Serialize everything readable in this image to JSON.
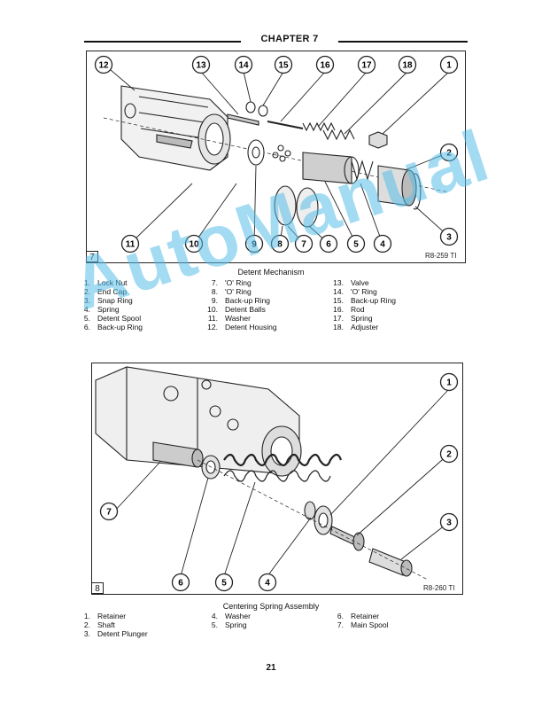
{
  "header": {
    "chapter": "CHAPTER 7"
  },
  "figure7": {
    "number": "7",
    "reference": "R8-259 TI",
    "caption": "Detent Mechanism",
    "callouts": [
      "12",
      "13",
      "14",
      "15",
      "16",
      "17",
      "18",
      "1",
      "2",
      "3",
      "4",
      "5",
      "6",
      "7",
      "8",
      "9",
      "10",
      "11"
    ],
    "legend": [
      {
        "n": "1.",
        "label": "Lock Nut"
      },
      {
        "n": "2.",
        "label": "End Cap"
      },
      {
        "n": "3.",
        "label": "Snap Ring"
      },
      {
        "n": "4.",
        "label": "Spring"
      },
      {
        "n": "5.",
        "label": "Detent Spool"
      },
      {
        "n": "6.",
        "label": "Back-up Ring"
      },
      {
        "n": "7.",
        "label": "'O' Ring"
      },
      {
        "n": "8.",
        "label": "'O' Ring"
      },
      {
        "n": "9.",
        "label": "Back-up Ring"
      },
      {
        "n": "10.",
        "label": "Detent Balls"
      },
      {
        "n": "11.",
        "label": "Washer"
      },
      {
        "n": "12.",
        "label": "Detent Housing"
      },
      {
        "n": "13.",
        "label": "Valve"
      },
      {
        "n": "14.",
        "label": "'O' Ring"
      },
      {
        "n": "15.",
        "label": "Back-up Ring"
      },
      {
        "n": "16.",
        "label": "Rod"
      },
      {
        "n": "17.",
        "label": "Spring"
      },
      {
        "n": "18.",
        "label": "Adjuster"
      }
    ]
  },
  "figure8": {
    "number": "8",
    "reference": "R8-260 TI",
    "caption": "Centering Spring Assembly",
    "callouts": [
      "1",
      "2",
      "3",
      "4",
      "5",
      "6",
      "7"
    ],
    "legend": [
      {
        "n": "1.",
        "label": "Retainer"
      },
      {
        "n": "2.",
        "label": "Shaft"
      },
      {
        "n": "3.",
        "label": "Detent Plunger"
      },
      {
        "n": "4.",
        "label": "Washer"
      },
      {
        "n": "5.",
        "label": "Spring"
      },
      {
        "n": "6.",
        "label": "Retainer"
      },
      {
        "n": "7.",
        "label": "Main Spool"
      }
    ]
  },
  "watermark": "AutoManual",
  "page_number": "21"
}
